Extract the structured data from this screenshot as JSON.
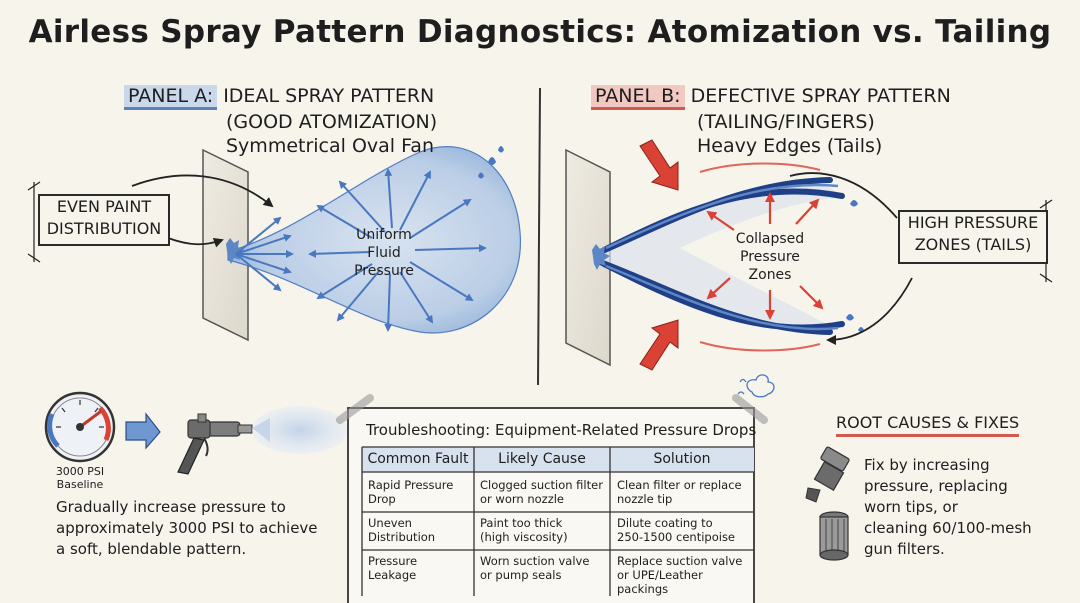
{
  "title": "Airless Spray Pattern Diagnostics: Atomization vs. Tailing",
  "panel_a": {
    "tag": "PANEL A:",
    "heading_1": "IDEAL SPRAY PATTERN",
    "heading_2": "(GOOD ATOMIZATION)",
    "heading_3": "Symmetrical Oval Fan",
    "side_label_1": "EVEN PAINT",
    "side_label_2": "DISTRIBUTION",
    "center_1": "Uniform",
    "center_2": "Fluid",
    "center_3": "Pressure"
  },
  "panel_b": {
    "tag": "PANEL B:",
    "heading_1": "DEFECTIVE SPRAY PATTERN",
    "heading_2": "(TAILING/FINGERS)",
    "heading_3": "Heavy Edges (Tails)",
    "side_label_1": "HIGH PRESSURE",
    "side_label_2": "ZONES (TAILS)",
    "center_1": "Collapsed",
    "center_2": "Pressure",
    "center_3": "Zones"
  },
  "gauge": {
    "label_1": "3000 PSI",
    "label_2": "Baseline",
    "text_1": "Gradually increase pressure to",
    "text_2": "approximately 3000 PSI to achieve",
    "text_3": "a soft, blendable pattern."
  },
  "table": {
    "title": "Troubleshooting: Equipment-Related Pressure Drops",
    "headers": [
      "Common Fault",
      "Likely Cause",
      "Solution"
    ],
    "rows": [
      [
        [
          "Rapid Pressure",
          "Drop"
        ],
        [
          "Clogged suction filter",
          "or worn nozzle"
        ],
        [
          "Clean filter or replace",
          "nozzle tip"
        ]
      ],
      [
        [
          "Uneven",
          "Distribution"
        ],
        [
          "Paint too thick",
          "(high viscosity)"
        ],
        [
          "Dilute coating to",
          "250-1500 centipoise"
        ]
      ],
      [
        [
          "Pressure",
          "Leakage"
        ],
        [
          "Worn suction valve",
          "or pump seals"
        ],
        [
          "Replace suction valve",
          "or UPE/Leather packings"
        ]
      ]
    ]
  },
  "root_causes": {
    "heading": "ROOT CAUSES & FIXES",
    "text_1": "Fix by increasing",
    "text_2": "pressure, replacing",
    "text_3": "worn tips, or",
    "text_4": "cleaning 60/100-mesh",
    "text_5": "gun filters."
  },
  "colors": {
    "blue": "#4a78c0",
    "red": "#d94234",
    "navy": "#1f3f86"
  }
}
